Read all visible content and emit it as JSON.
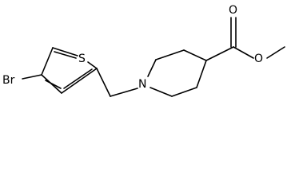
{
  "molecule": {
    "atoms": {
      "br": "Br",
      "s": "S",
      "n": "N",
      "o_carbonyl": "O",
      "o_ester": "O"
    }
  }
}
